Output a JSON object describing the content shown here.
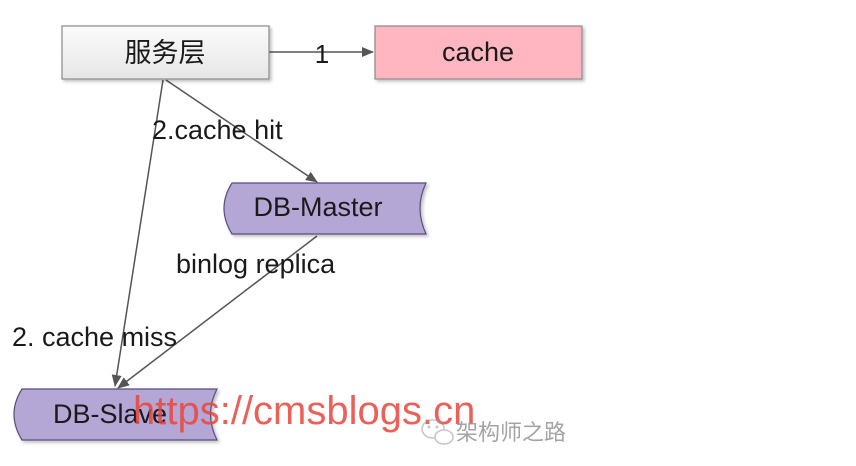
{
  "nodes": {
    "service_layer": "服务层",
    "cache": "cache",
    "db_master": "DB-Master",
    "db_slave": "DB-Slave"
  },
  "edges": {
    "to_cache": "1",
    "cache_hit": "2.cache hit",
    "binlog": "binlog replica",
    "cache_miss": "2. cache miss"
  },
  "watermark": {
    "url": "https://cmsblogs.cn",
    "wechat_account": "架构师之路"
  },
  "colors": {
    "cache_fill": "#ffb6c1",
    "db_fill": "#b4a7d6",
    "service_fill": "#f2f2f2",
    "watermark_red": "#e8453c"
  },
  "icons": {
    "wechat": "wechat-icon"
  }
}
